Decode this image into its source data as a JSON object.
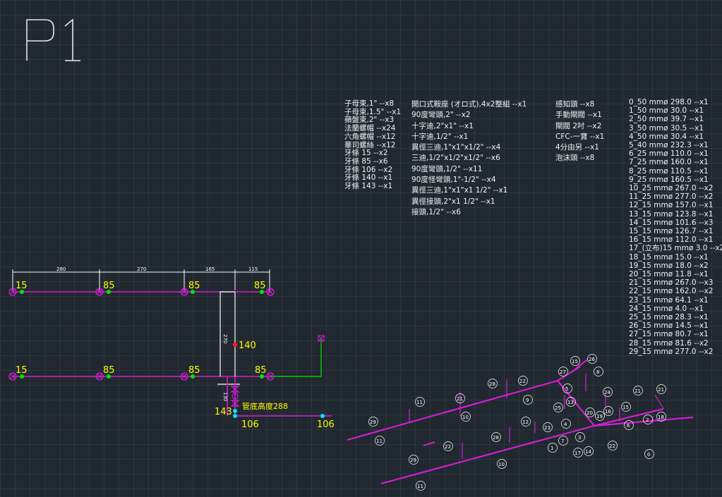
{
  "sheet_label": "P1",
  "materials_fittings": [
    "子母束,1\" --x8",
    "子母束,1.5\" --x1",
    "蘋盤束,2\" --x3",
    "法蘭螺帽 --x24",
    "六角螺帽 --x12",
    "華司螺絲 --x12",
    "牙條 15 --x2",
    "牙條 85 --x6",
    "牙條 106 --x2",
    "牙條 140 --x1",
    "牙條 143 --x1"
  ],
  "materials_joints": [
    "開口式鞍座 (オロ式),4x2整組 --x1",
    "90度彎頭,2\" --x2",
    "十字迪,2\"x1\" --x1",
    "十字迪,1/2\" --x1",
    "異徑三迪,1\"x1\"x1/2\" --x4",
    "三迪,1/2\"x1/2\"x1/2\" --x6",
    "90度彎頭,1/2\" --x11",
    "90度怪彎頭,1\"-1/2\" --x4",
    "異徑三迪,1\"x1\"x1 1/2\" --x1",
    "異徑接頭,2\"x1 1/2\" --x1",
    "接頭,1/2\" --x6"
  ],
  "materials_devices": [
    "感知頭 --x8",
    "手動閘閥 --x1",
    "閘閥 2吋 --x2",
    "CFC-一寶 --x1",
    "4分由另 --x1",
    "泡沫頭 --x8"
  ],
  "pipe_lengths": [
    "0_50 mmø 298.0 --x1",
    "1_50 mmø 30.0 --x1",
    "2_50 mmø 39.7 --x1",
    "3_50 mmø 30.5 --x1",
    "4_50 mmø 30.4 --x1",
    "5_40 mmø 232.3 --x1",
    "6_25 mmø 110.0 --x1",
    "7_25 mmø 160.0 --x1",
    "8_25 mmø 110.5 --x1",
    "9_25 mmø 160.5 --x1",
    "10_25 mmø 267.0 --x2",
    "11_25 mmø 277.0 --x2",
    "12_15 mmø 157.0 --x1",
    "13_15 mmø 123.8 --x1",
    "14_15 mmø 101.6 --x3",
    "15_15 mmø 126.7 --x1",
    "16_15 mmø 112.0 --x1",
    "17_(立布)15 mmø 3.0 --x2",
    "18_15 mmø 15.0 --x1",
    "19_15 mmø 18.0 --x2",
    "20_15 mmø 11.8 --x1",
    "21_15 mmø 267.0 --x3",
    "22_15 mmø 162.0 --x2",
    "23_15 mmø 64.1 --x1",
    "24_15 mmø 4.0 --x1",
    "25_15 mmø 28.3 --x1",
    "26_15 mmø 14.5 --x1",
    "27_15 mmø 80.7 --x1",
    "28_15 mmø 81.6 --x2",
    "29_15 mmø 277.0 --x2"
  ],
  "plan": {
    "dims": [
      "280",
      "270",
      "165",
      "115"
    ],
    "row1_labels": [
      "15",
      "85",
      "85",
      "85"
    ],
    "row2_labels": [
      "15",
      "85",
      "85",
      "85"
    ],
    "riser_label": "140",
    "vert_dim_270": "270",
    "vert_dim_130": "130",
    "label_143": "143",
    "label_height": "管底高度288",
    "label_106a": "106",
    "label_106b": "106"
  },
  "iso_tags": [
    "29",
    "11",
    "21",
    "10",
    "28",
    "11",
    "22",
    "9",
    "12",
    "1",
    "23",
    "7",
    "25",
    "13",
    "27",
    "15",
    "26",
    "5",
    "4",
    "20",
    "3",
    "6",
    "2",
    "8",
    "16",
    "18",
    "24",
    "19",
    "17",
    "14",
    "0",
    "29",
    "11",
    "28",
    "10",
    "22",
    "22",
    "21",
    "21",
    "15"
  ],
  "colors": {
    "pipe": "#d21ed2",
    "label": "#ffff00",
    "dim": "#ffffff",
    "node_green": "#00e600",
    "node_red": "#ff1a1a",
    "node_cyan": "#00e5ff",
    "drain": "#00cc00"
  }
}
